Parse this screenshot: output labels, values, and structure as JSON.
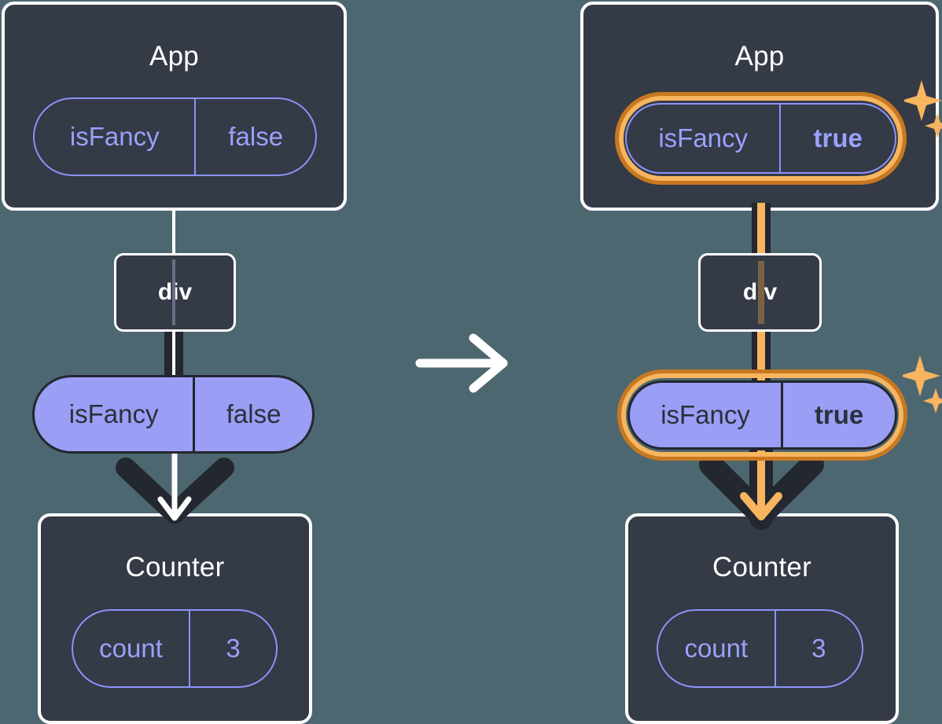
{
  "diagram": {
    "title": "React state lifting diagram: isFancy false to true",
    "background_color": "#4d6771",
    "accent_highlight_color": "#f7b55f",
    "accent_highlight_dark": "#c8781f",
    "prop_pill_color": "#9a9ef5",
    "box_color": "#343a46",
    "panels": [
      {
        "id": "before",
        "app": {
          "title": "App",
          "state": {
            "key": "isFancy",
            "value": "false",
            "highlighted": false
          }
        },
        "div": {
          "label": "div"
        },
        "prop": {
          "key": "isFancy",
          "value": "false",
          "highlighted": false
        },
        "counter": {
          "title": "Counter",
          "state": {
            "key": "count",
            "value": "3",
            "highlighted": false
          }
        }
      },
      {
        "id": "after",
        "app": {
          "title": "App",
          "state": {
            "key": "isFancy",
            "value": "true",
            "highlighted": true
          }
        },
        "div": {
          "label": "div"
        },
        "prop": {
          "key": "isFancy",
          "value": "true",
          "highlighted": true
        },
        "counter": {
          "title": "Counter",
          "state": {
            "key": "count",
            "value": "3",
            "highlighted": false
          }
        }
      }
    ],
    "transition": {
      "icon": "right-arrow-icon"
    },
    "sparkle_icon": "sparkle-icon"
  }
}
